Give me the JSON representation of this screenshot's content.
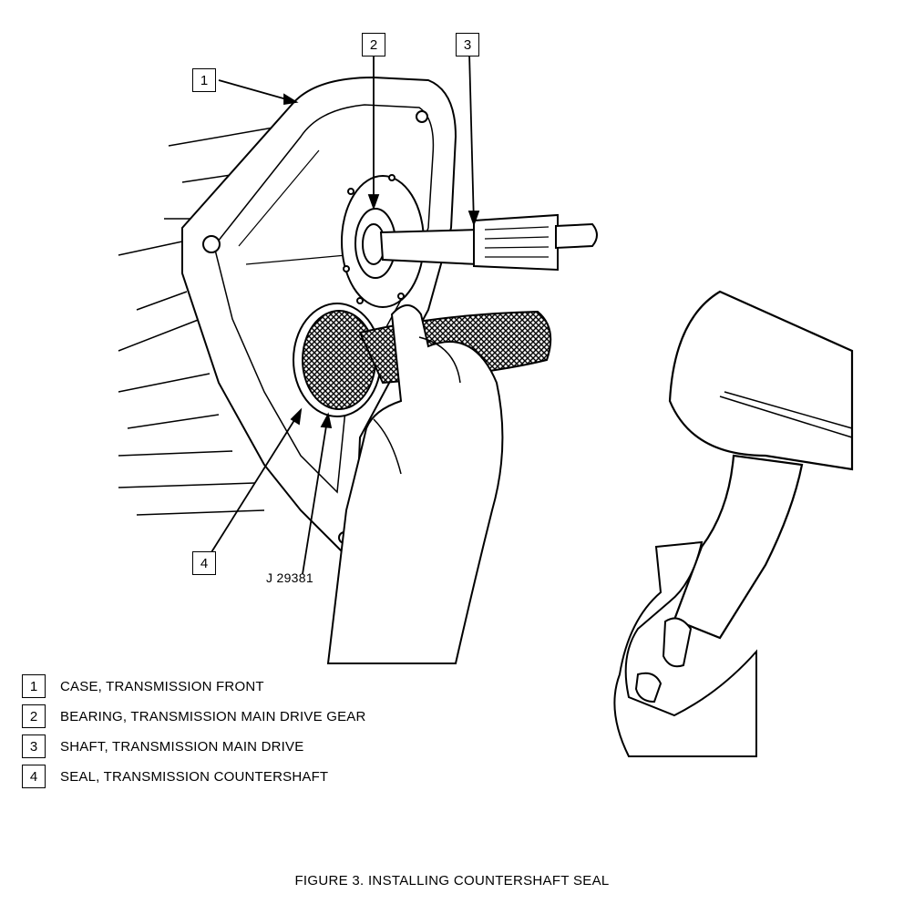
{
  "callouts": [
    {
      "number": "1"
    },
    {
      "number": "2"
    },
    {
      "number": "3"
    },
    {
      "number": "4"
    }
  ],
  "tool_label": "J 29381",
  "legend": [
    {
      "number": "1",
      "text": "CASE, TRANSMISSION FRONT"
    },
    {
      "number": "2",
      "text": "BEARING, TRANSMISSION MAIN DRIVE GEAR"
    },
    {
      "number": "3",
      "text": "SHAFT, TRANSMISSION MAIN DRIVE"
    },
    {
      "number": "4",
      "text": "SEAL, TRANSMISSION COUNTERSHAFT"
    }
  ],
  "caption": "FIGURE  3. INSTALLING COUNTERSHAFT SEAL"
}
